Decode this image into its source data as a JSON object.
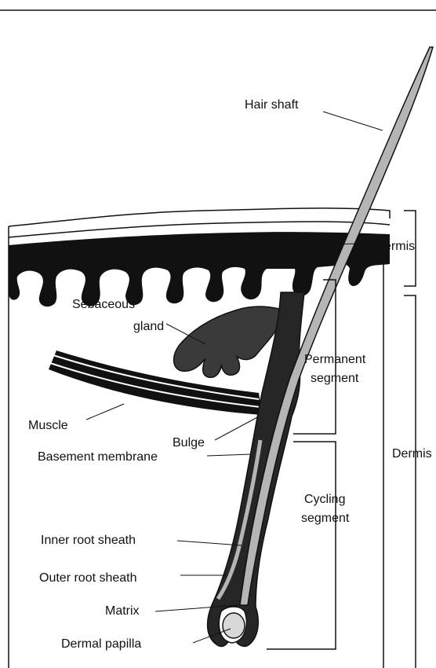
{
  "labels": {
    "hair_shaft": "Hair shaft",
    "epidermis": "Epidermis",
    "sebaceous_line1": "Sebaceous",
    "sebaceous_line2": "gland",
    "permanent_line1": "Permanent",
    "permanent_line2": "segment",
    "muscle": "Muscle",
    "bulge": "Bulge",
    "dermis": "Dermis",
    "basement_membrane": "Basement membrane",
    "cycling_line1": "Cycling",
    "cycling_line2": "segment",
    "inner_root_sheath": "Inner root sheath",
    "outer_root_sheath": "Outer root sheath",
    "matrix": "Matrix",
    "dermal_papilla": "Dermal papilla"
  },
  "colors": {
    "ink": "#111111",
    "dermal_layer": "#111111",
    "gland_fill": "#3a3a3a",
    "outer_sheath": "#262626",
    "hair_light": "#b5b5b5",
    "papilla": "#d8d8d8"
  }
}
